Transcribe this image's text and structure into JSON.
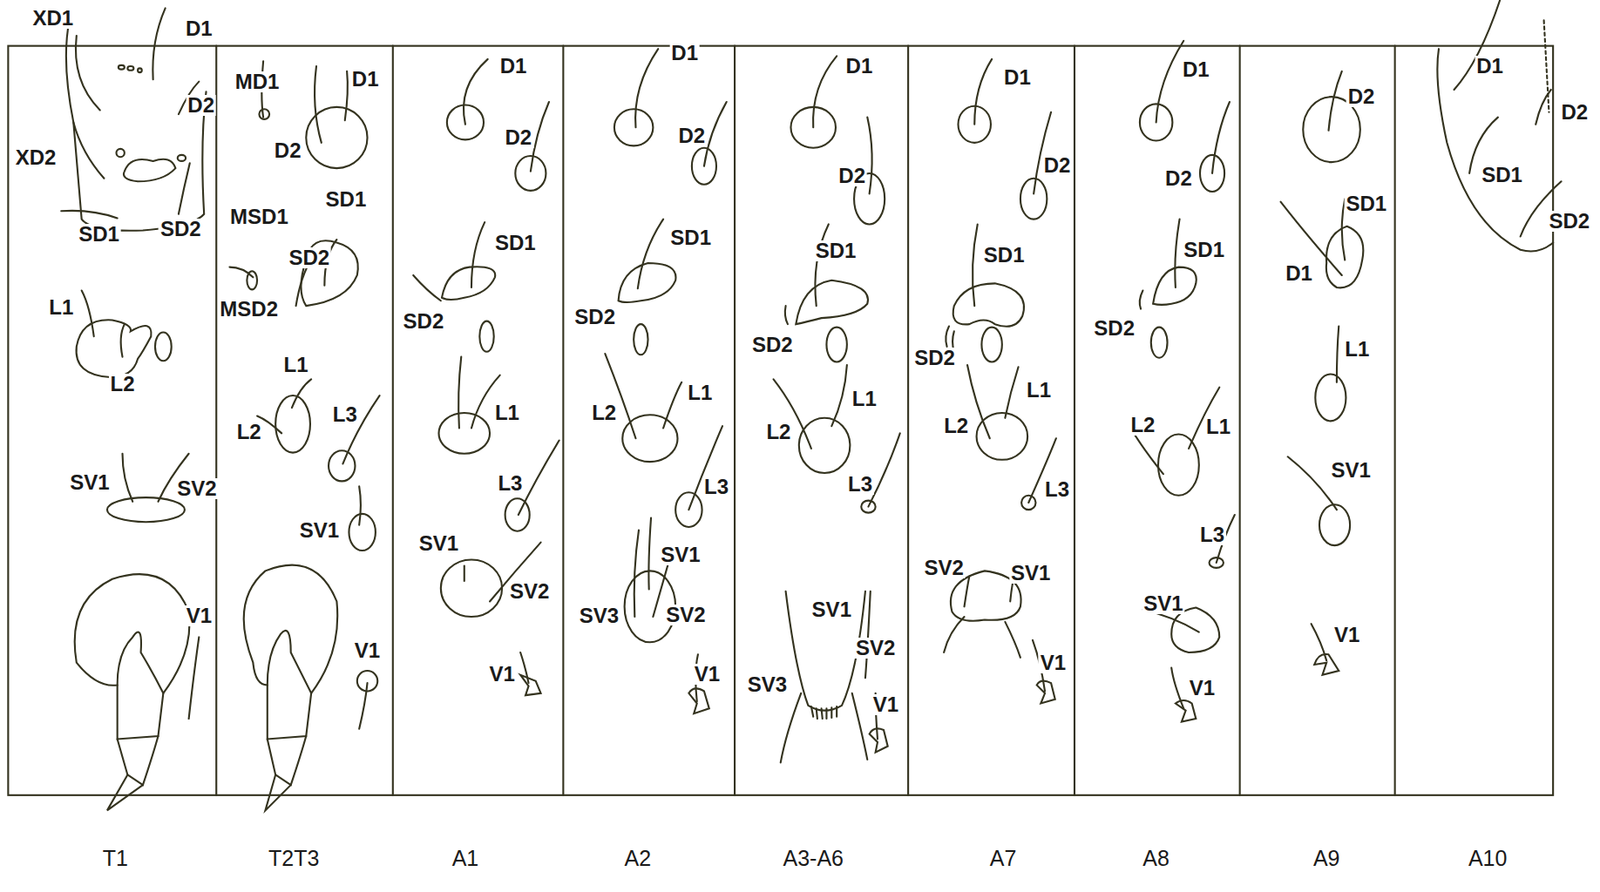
{
  "diagram": {
    "labels": [
      "XD1",
      "D1",
      "D2",
      "XD2",
      "SD1",
      "SD2",
      "L1",
      "L2",
      "SV1",
      "SV2",
      "V1",
      "MD1",
      "D1",
      "D2",
      "SD1",
      "MSD1",
      "SD2",
      "MSD2",
      "L1",
      "L2",
      "L3",
      "SV1",
      "V1",
      "D1",
      "D2",
      "SD1",
      "SD2",
      "L1",
      "L3",
      "SV1",
      "SV2",
      "V1",
      "D1",
      "D2",
      "SD1",
      "SD2",
      "L2",
      "L1",
      "L3",
      "SV1",
      "SV3",
      "SV2",
      "V1",
      "D1",
      "D2",
      "SD1",
      "SD2",
      "L2",
      "L1",
      "L3",
      "SV1",
      "SV2",
      "SV3",
      "V1",
      "D1",
      "D2",
      "SD1",
      "SD2",
      "L1",
      "L2",
      "L3",
      "SV2",
      "SV1",
      "V1",
      "D1",
      "D2",
      "SD1",
      "SD2",
      "L2",
      "L1",
      "L3",
      "SV1",
      "V1",
      "D2",
      "SD1",
      "D1",
      "L1",
      "SV1",
      "V1",
      "D1",
      "D2",
      "SD1",
      "SD2",
      "T1",
      "T2T3",
      "A1",
      "A2",
      "A3-A6",
      "A7",
      "A8",
      "A9",
      "A10"
    ]
  }
}
